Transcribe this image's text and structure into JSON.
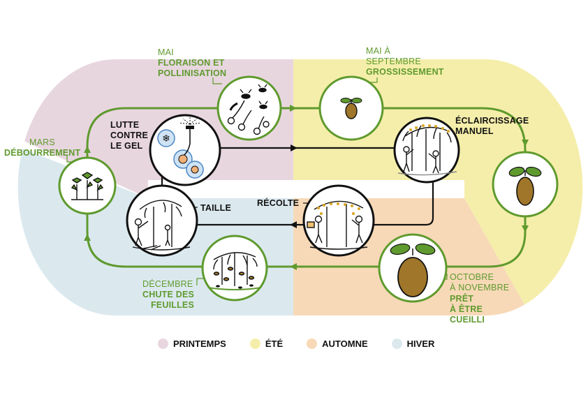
{
  "seasons": [
    {
      "label": "PRINTEMPS",
      "color": "#e8d6df"
    },
    {
      "label": "ÉTÉ",
      "color": "#f5eeaa"
    },
    {
      "label": "AUTOMNE",
      "color": "#f7d9b7"
    },
    {
      "label": "HIVER",
      "color": "#dbe9ef"
    }
  ],
  "colors": {
    "accent_green": "#5f9a2e",
    "fruit_brown": "#a0762a",
    "line_dark": "#111111"
  },
  "stages": {
    "floraison": {
      "month": "MAI",
      "title_1": "FLORAISON ET",
      "title_2": "POLLINISATION"
    },
    "grossissement": {
      "month_1": "MAI À",
      "month_2": "SEPTEMBRE",
      "title": "GROSSISSEMENT"
    },
    "eclaircissage": {
      "title_1": "ÉCLAIRCISSAGE",
      "title_2": "MANUEL"
    },
    "pret": {
      "month_1": "OCTOBRE",
      "month_2": "À NOVEMBRE",
      "title_1": "PRÊT",
      "title_2": "À ÊTRE",
      "title_3": "CUEILLI"
    },
    "chute": {
      "month": "DÉCEMBRE",
      "title_1": "CHUTE DES",
      "title_2": "FEUILLES"
    },
    "debourrement": {
      "month": "MARS",
      "title": "DÉBOURREMENT"
    },
    "lutte": {
      "title_1": "LUTTE",
      "title_2": "CONTRE",
      "title_3": "LE GEL"
    },
    "taille": {
      "title": "TAILLE"
    },
    "recolte": {
      "title": "RÉCOLTE"
    }
  },
  "icons": [
    "flower-bees-icon",
    "kiwi-small-icon",
    "thinning-workers-icon",
    "kiwi-medium-icon",
    "kiwi-large-icon",
    "falling-leaves-icon",
    "budding-icon",
    "frost-sprinkler-icon",
    "pruning-worker-icon",
    "harvest-workers-icon"
  ]
}
